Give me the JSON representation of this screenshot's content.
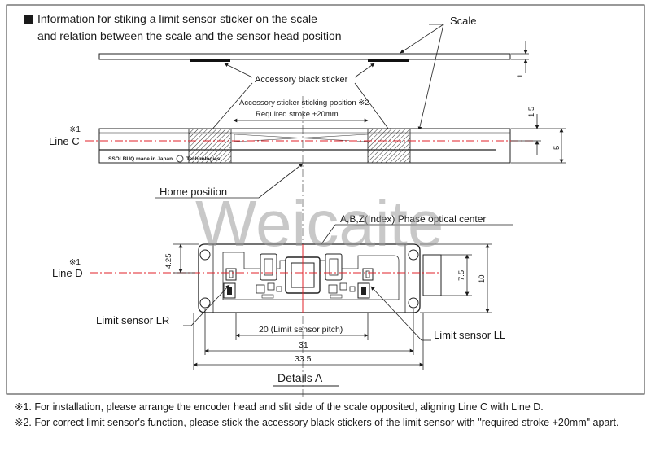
{
  "title": {
    "line1": "Information for stiking a limit sensor  sticker on the scale",
    "line2": "and relation between the scale and the sensor head position"
  },
  "labels": {
    "scale": "Scale",
    "accessory_black_sticker": "Accessory black sticker",
    "sticking_position": "Accessory sticker sticking position ※2",
    "required_stroke": "Required stroke +20mm",
    "line_c_mark": "※1",
    "line_c": "Line C",
    "scale_print": "SSOLBUQ made in Japan",
    "scale_brand": "Technologies",
    "home_position": "Home position",
    "optical_center": "A,B,Z(Index) Phase optical center",
    "line_d_mark": "※1",
    "line_d": "Line D",
    "limit_sensor_lr": "Limit sensor LR",
    "limit_sensor_ll": "Limit sensor LL",
    "details": "Details  A",
    "watermark": "Weicaite"
  },
  "dimensions": {
    "d_1": "1",
    "d_1_5": "1.5",
    "d_5": "5",
    "d_4_25": "4.25",
    "d_7_5": "7.5",
    "d_10": "10",
    "d_20": "20 (Limit sensor pitch)",
    "d_31": "31",
    "d_33_5": "33.5"
  },
  "notes": {
    "note1": "※1. For installation, please arrange the encoder head and slit side of the scale opposited, aligning Line C with Line D.",
    "note2": "※2. For correct limit sensor's function, please stick the accessory black stickers of the limit sensor with \"required stroke +20mm\" apart."
  },
  "colors": {
    "red_line": "#e0202a",
    "ink": "#1a1a1a"
  }
}
